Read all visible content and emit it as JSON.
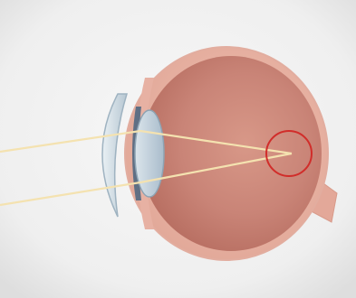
{
  "colors": {
    "background": "#f2f2f2",
    "vignette": "#dcdcdc",
    "sclera_outer": "#e9b3a4",
    "sclera_inner": "#d59a8b",
    "retina": "#c98477",
    "retina_dark": "#b56f62",
    "cornea": "#c7d5df",
    "lens": "#b9cbd8",
    "iris": "#5f6f84",
    "light_ray": "#f4e2b0",
    "focus_circle": "#d12d2a",
    "optic_nerve": "#e3a899"
  },
  "illustration": {
    "subject": "eye-cross-section",
    "rays": 2,
    "focus_marker": "circle"
  }
}
